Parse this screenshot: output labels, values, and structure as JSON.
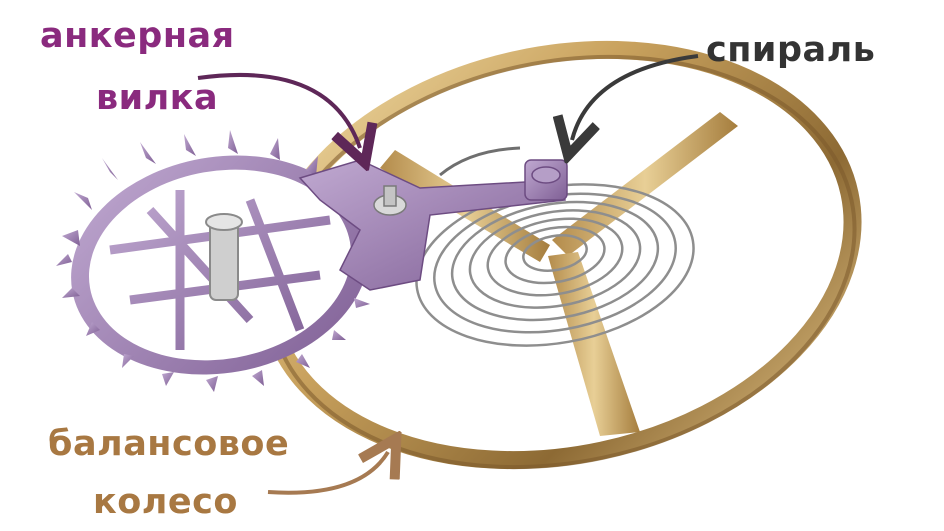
{
  "labels": {
    "pallet_fork": {
      "line1": "анкерная",
      "line2": "вилка"
    },
    "hairspring": {
      "text": "спираль"
    },
    "balance_wheel": {
      "line1": "балансовое",
      "line2": "колесо"
    }
  },
  "colors": {
    "pallet_fork_label": "#8a2a7e",
    "hairspring_label": "#333333",
    "balance_wheel_label": "#a87842",
    "arrow_fork": "#5e2758",
    "arrow_spring": "#3a3a3a",
    "arrow_wheel": "#a67a52",
    "gold": "#c8a25e",
    "violet": "#a286b5",
    "steel": "#8e8e8e"
  },
  "icons": [
    "escape-wheel-icon",
    "pallet-fork-icon",
    "balance-wheel-icon",
    "hairspring-icon"
  ]
}
